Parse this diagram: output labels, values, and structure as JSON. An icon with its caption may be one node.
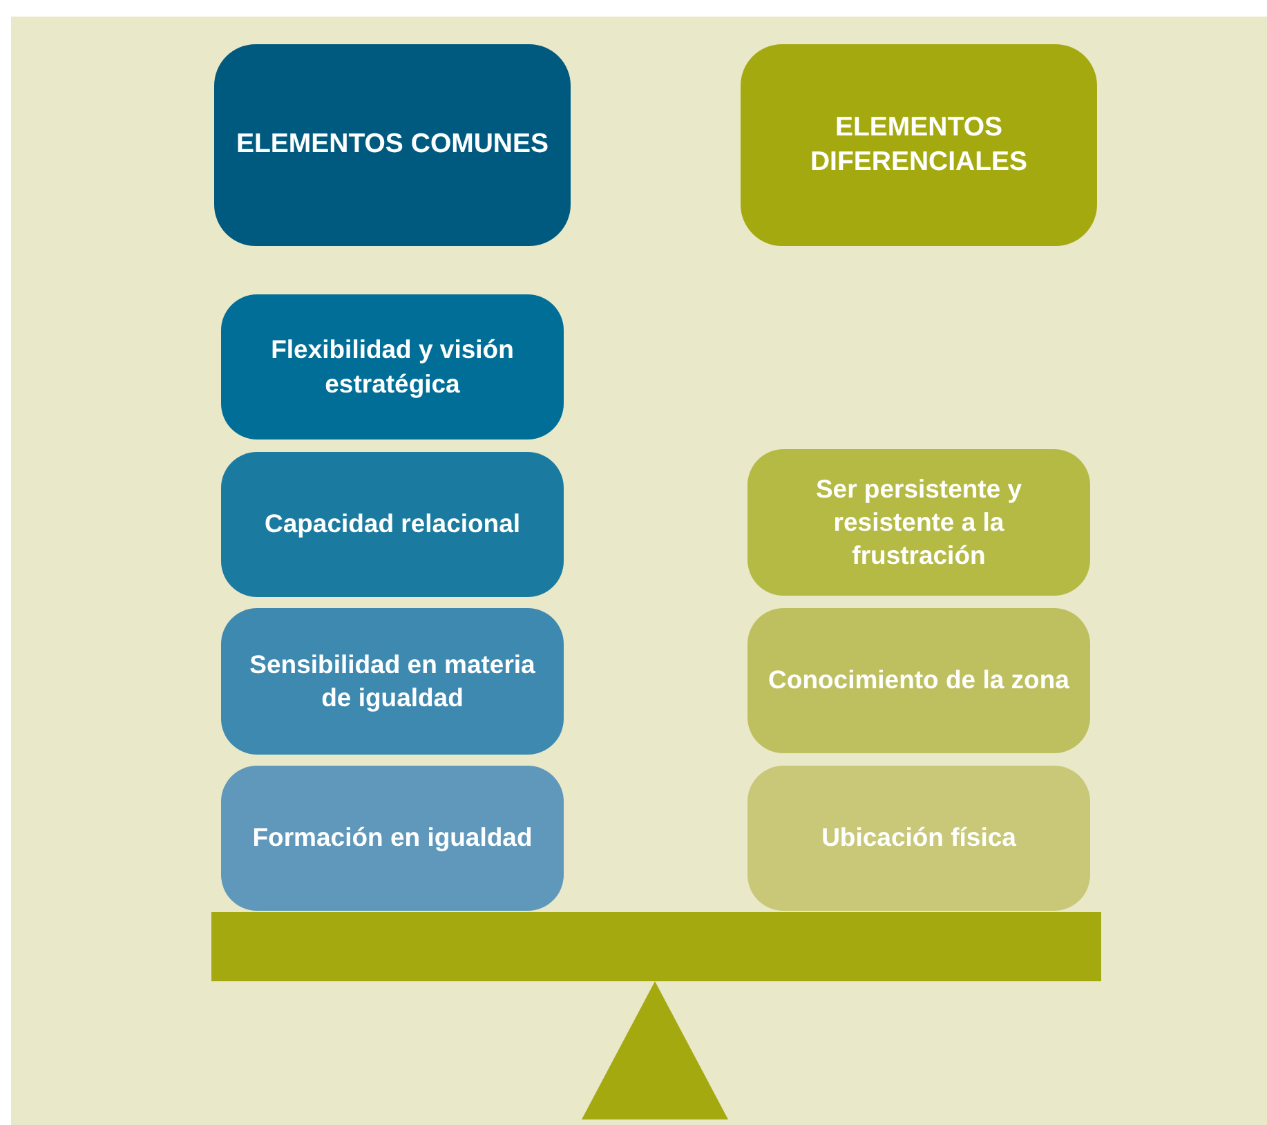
{
  "diagram": {
    "nodes": [
      {
        "text": [
          "ELEMENTOS COMUNES"
        ]
      },
      {
        "text": [
          "ELEMENTOS DIFERENCIALES"
        ]
      },
      {
        "text": [
          "Flexibilidad y visión estratégica"
        ]
      },
      {
        "text": [
          "Capacidad relacional"
        ]
      },
      {
        "text": [
          "Sensibilidad en materia de igualdad"
        ]
      },
      {
        "text": [
          "Formación en igualdad"
        ]
      },
      {
        "text": [
          "Ser persistente y resistente a la frustración"
        ]
      },
      {
        "text": [
          "Conocimiento de la zona"
        ]
      },
      {
        "text": [
          "Ubicación física"
        ]
      }
    ]
  }
}
